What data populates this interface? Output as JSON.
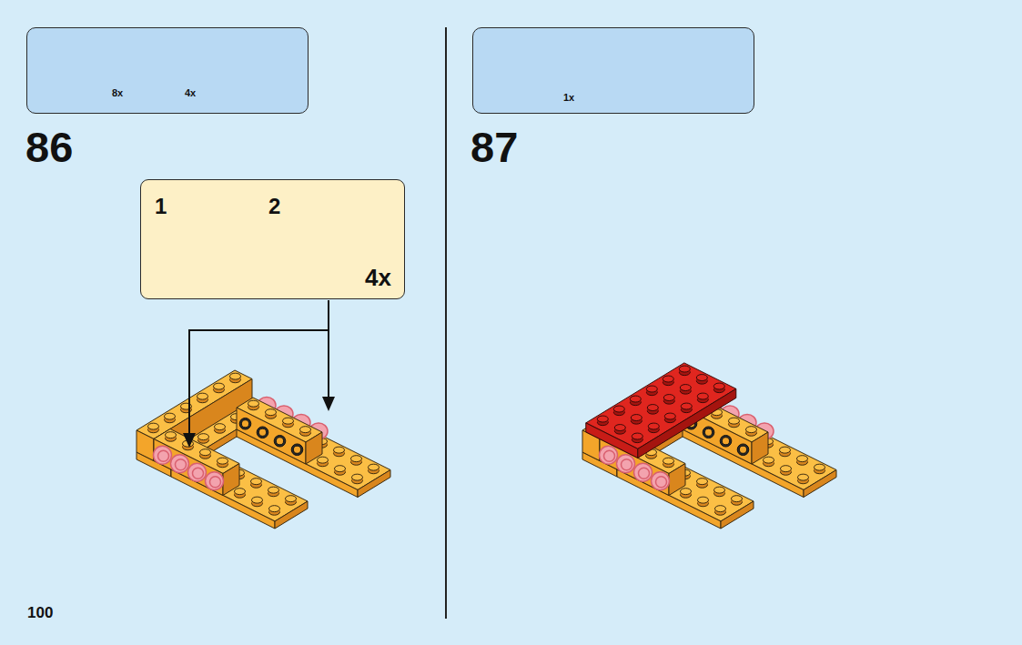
{
  "diagram": {
    "nodes": [
      {
        "text": [
          "8x",
          "4x"
        ]
      },
      {
        "text": [
          "1x"
        ]
      },
      {
        "text": [
          "1",
          "2",
          "4x"
        ]
      }
    ],
    "labels": [
      "86",
      "87",
      "100"
    ]
  }
}
